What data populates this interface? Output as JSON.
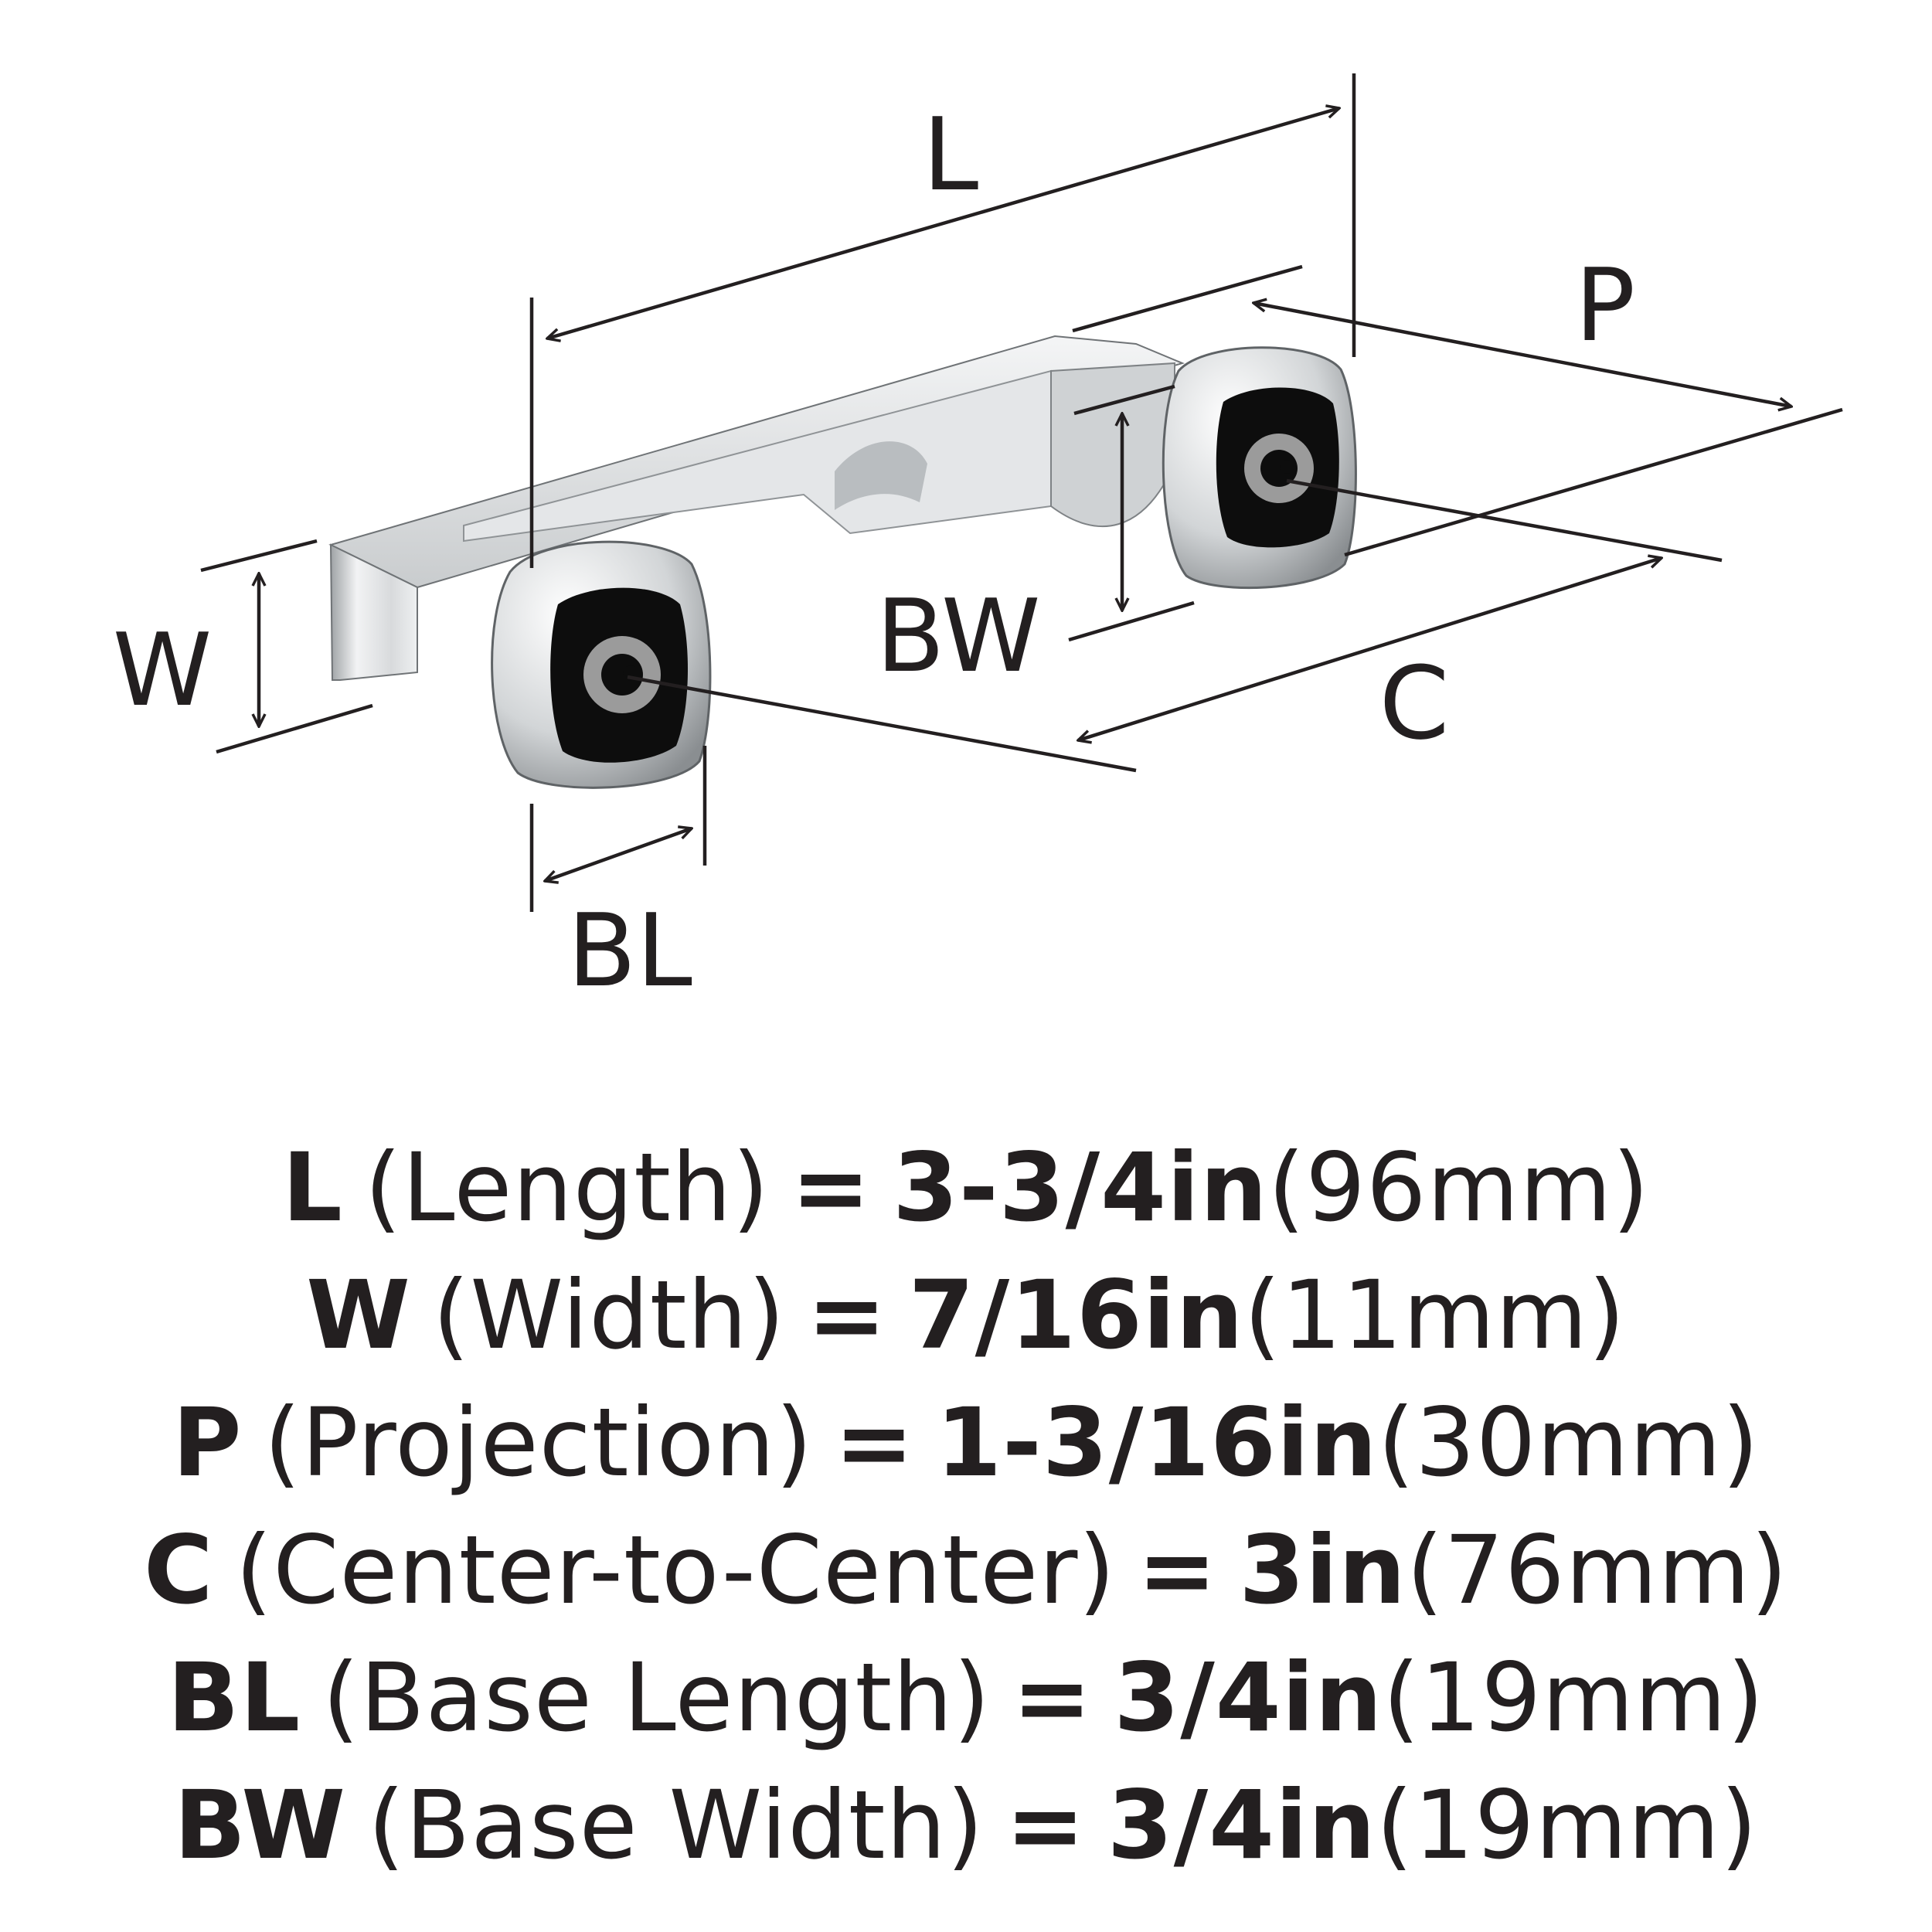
{
  "colors": {
    "ink": "#231f20",
    "chrome_light": "#eef0f1",
    "chrome_mid": "#c7cacc",
    "chrome_dark": "#8d9194",
    "insert_black": "#0d0d0d",
    "ring_gray": "#9b9b9b"
  },
  "diagram": {
    "labels": {
      "L": "L",
      "P": "P",
      "W": "W",
      "BW": "BW",
      "C": "C",
      "BL": "BL"
    }
  },
  "specs": [
    {
      "code": "L",
      "name": "(Length)",
      "eq": "=",
      "imperial": "3-3/4in",
      "metric": "(96mm)"
    },
    {
      "code": "W",
      "name": "(Width)",
      "eq": "=",
      "imperial": "7/16in",
      "metric": "(11mm)"
    },
    {
      "code": "P",
      "name": "(Projection)",
      "eq": "=",
      "imperial": "1-3/16in",
      "metric": "(30mm)"
    },
    {
      "code": "C",
      "name": "(Center-to-Center)",
      "eq": "=",
      "imperial": "3in",
      "metric": "(76mm)"
    },
    {
      "code": "BL",
      "name": "(Base Length)",
      "eq": "=",
      "imperial": "3/4in",
      "metric": "(19mm)"
    },
    {
      "code": "BW",
      "name": "(Base Width)",
      "eq": "=",
      "imperial": "3/4in",
      "metric": "(19mm)"
    }
  ]
}
